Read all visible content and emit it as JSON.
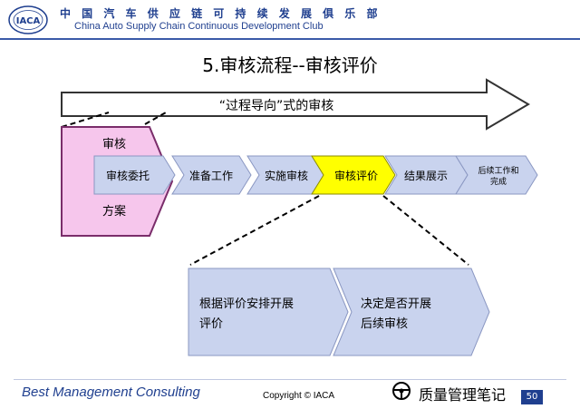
{
  "header": {
    "logo_text": "IACA",
    "title_cn": "中 国 汽 车 供 应 链 可 持 续 发 展 俱 乐 部",
    "title_en": "China Auto Supply Chain Continuous Development Club"
  },
  "slide": {
    "title": "5.审核流程--审核评价",
    "banner_text": "“过程导向”式的审核"
  },
  "plan_box": {
    "top_label": "审核",
    "bottom_label": "方案"
  },
  "process_steps": [
    {
      "label": "审核委托"
    },
    {
      "label": "准备工作"
    },
    {
      "label": "实施审核"
    },
    {
      "label": "审核评价",
      "highlight": true
    },
    {
      "label": "结果展示"
    },
    {
      "label": "后续工作和",
      "label2": "完成"
    }
  ],
  "detail_steps": [
    {
      "line1": "根据评价安排开展",
      "line2": "评价"
    },
    {
      "line1": "决定是否开展",
      "line2": "后续审核"
    }
  ],
  "colors": {
    "step_fill": "#c9d3ee",
    "highlight_fill": "#ffff00",
    "plan_fill": "#f6c6ec",
    "plan_border": "#7a2d6a",
    "header_blue": "#1f3f8f"
  },
  "footer": {
    "left": "Best Management Consulting",
    "copyright": "Copyright © IACA",
    "watermark": "质量管理笔记",
    "page": "50"
  }
}
